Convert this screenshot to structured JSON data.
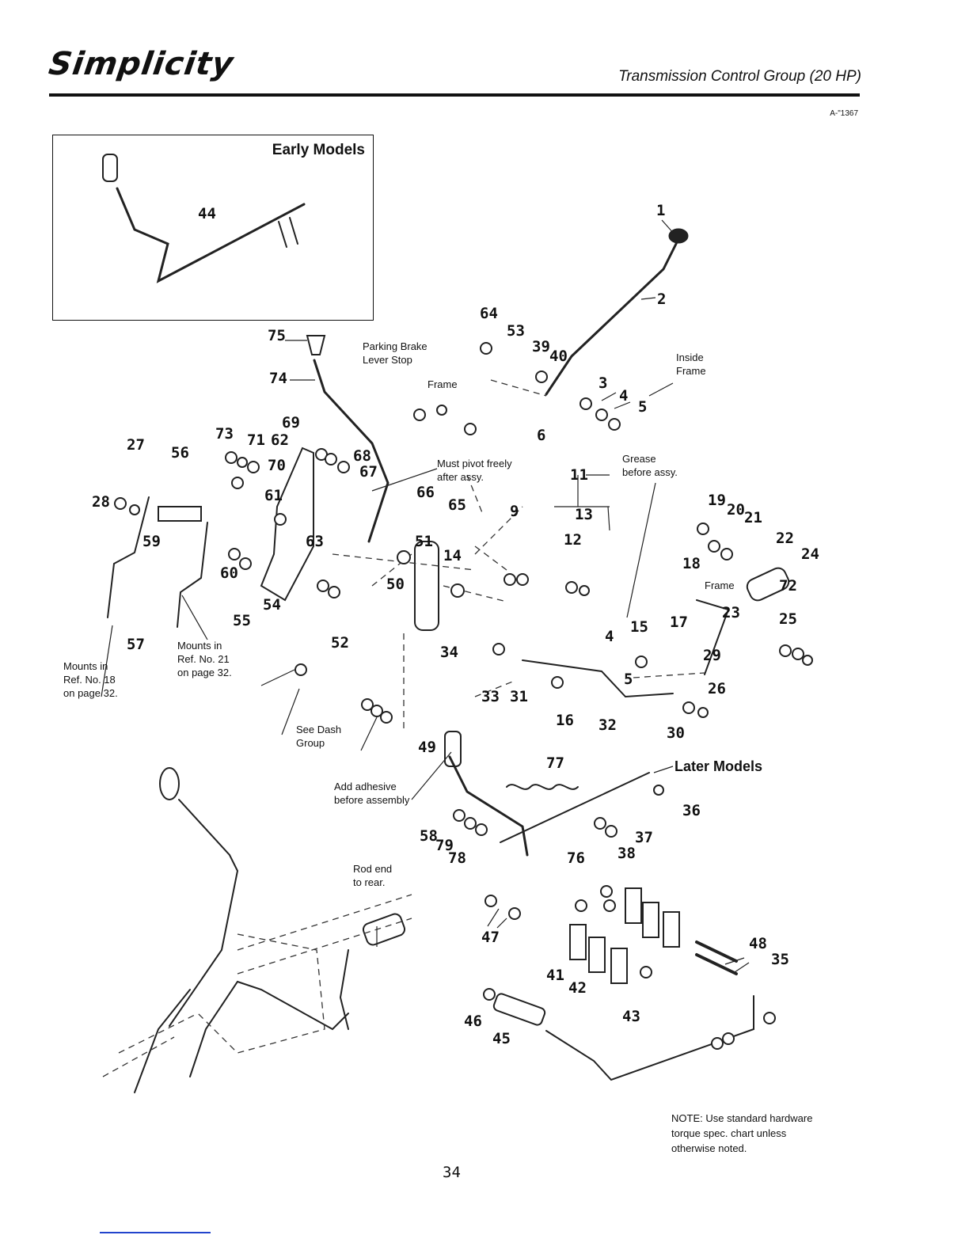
{
  "header": {
    "brand": "Simplicity",
    "title": "Transmission Control Group (20 HP)",
    "figure_id": "A-\"1367"
  },
  "inset": {
    "title": "Early Models"
  },
  "callouts": {
    "parking_brake": "Parking Brake\nLever Stop",
    "frame_a": "Frame",
    "frame_b": "Frame",
    "inside_frame": "Inside\nFrame",
    "pivot": "Must pivot freely\nafter assy.",
    "grease": "Grease\nbefore assy.",
    "mounts_18": "Mounts in\nRef. No. 18\non page 32.",
    "mounts_21": "Mounts in\nRef. No. 21\non page 32.",
    "see_dash": "See Dash\nGroup",
    "adhesive": "Add adhesive\nbefore assembly",
    "rod_end": "Rod end\nto rear.",
    "later_models": "Later Models"
  },
  "note": "NOTE: Use standard hardware\ntorque spec. chart unless\notherwise noted.",
  "page_number": "34",
  "refs": [
    "1",
    "2",
    "3",
    "4",
    "4",
    "5",
    "5",
    "6",
    "9",
    "11",
    "12",
    "13",
    "14",
    "15",
    "16",
    "17",
    "18",
    "19",
    "20",
    "21",
    "22",
    "23",
    "24",
    "25",
    "26",
    "27",
    "28",
    "29",
    "30",
    "31",
    "32",
    "33",
    "34",
    "35",
    "36",
    "37",
    "38",
    "39",
    "40",
    "41",
    "42",
    "43",
    "44",
    "45",
    "46",
    "47",
    "48",
    "49",
    "50",
    "51",
    "52",
    "53",
    "54",
    "55",
    "56",
    "57",
    "58",
    "59",
    "60",
    "61",
    "62",
    "63",
    "64",
    "65",
    "66",
    "67",
    "68",
    "69",
    "70",
    "71",
    "72",
    "73",
    "74",
    "75",
    "76",
    "77",
    "78",
    "79"
  ]
}
